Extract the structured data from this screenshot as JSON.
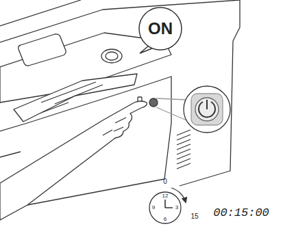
{
  "diagram": {
    "nodes": [
      {
        "text": [
          "ON"
        ]
      },
      {
        "text": [
          "12",
          "3",
          "6",
          "9"
        ]
      }
    ],
    "labels": [
      "0",
      "15",
      "00:15:00"
    ]
  }
}
